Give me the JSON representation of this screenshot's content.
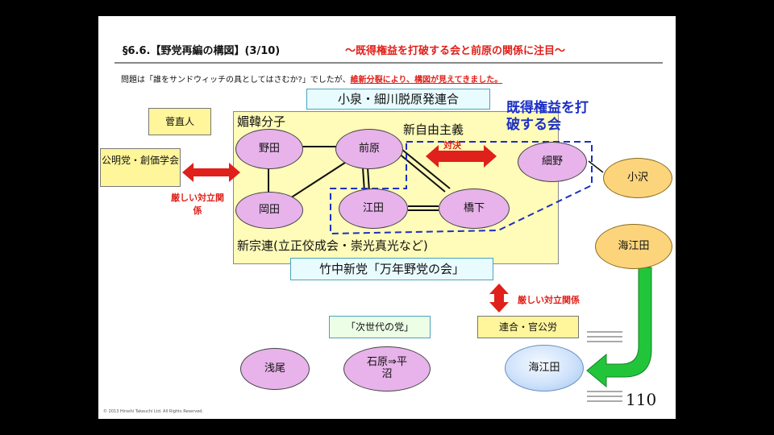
{
  "title": "§6.6.【野党再編の構図】(3/10)",
  "subtitle": "〜既得権益を打破する会と前原の関係に注目〜",
  "intro": {
    "text": "問題は「誰をサンドウィッチの具としてはさむか?」でしたが、",
    "highlight": "維新分裂により、構図が見えてきました。"
  },
  "boxes": {
    "kan": "菅直人",
    "komei": "公明党・創価学会",
    "koizumi_hosokawa": "小泉・細川脱原発連合",
    "takenaka": "竹中新党「万年野党の会」",
    "jisedai": "「次世代の党」",
    "rengo": "連合・官公労"
  },
  "labels": {
    "shinkan": "媚韓分子",
    "shinjiyu": "新自由主義",
    "shinshuren": "新宗連(立正佼成会・崇光真光など)",
    "kitoku": "既得権益を打破する会",
    "taiketsu": "対決",
    "kibishii_left": "厳しい対立関係",
    "kibishii_right": "厳しい対立関係"
  },
  "nodes": {
    "noda": "野田",
    "maehara": "前原",
    "okada": "岡田",
    "eda": "江田",
    "hashimoto": "橋下",
    "hosono": "細野",
    "ozawa": "小沢",
    "kaieda_top": "海江田",
    "kaieda_bottom": "海江田",
    "asao": "浅尾",
    "ishihara": "石原⇒平沼"
  },
  "page_number": "110",
  "copyright": "© 2013 Hiroshi Takeuchi Ltd. All Rights Reserved.",
  "colors": {
    "accent_red": "#e0201a",
    "accent_blue": "#1c2fc4",
    "arrow_green": "#22c53a",
    "node_purple": "#e7b3ea",
    "node_orange": "#fbd47c",
    "box_yellow": "#fff59a"
  }
}
